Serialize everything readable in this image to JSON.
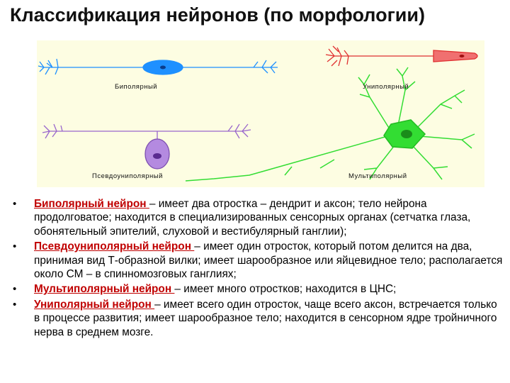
{
  "title": "Классификация нейронов (по морфологии)",
  "figure": {
    "labels": {
      "bipolar": "Биполярный",
      "unipolar": "Униполярный",
      "pseudounipolar": "Псевдоуниполярный",
      "multipolar": "Мультиполярный"
    },
    "colors": {
      "bipolar": "#1e90ff",
      "unipolar": "#e03030",
      "pseudounipolar": "#9966cc",
      "multipolar": "#33dd33",
      "background": "#fdfde2"
    }
  },
  "bullets": [
    {
      "term": "Биполярный  нейрон ",
      "text": "– имеет два отростка – дендрит и аксон; тело нейрона продолговатое; находится  в специализированных сенсорных органах (сетчатка глаза, обонятельный эпителий, слуховой и вестибулярный ганглии);"
    },
    {
      "term": "Псевдоуниполярный  нейрон ",
      "text": "– имеет один отросток, который потом делится на два, принимая вид Т-образной вилки; имеет шарообразное или яйцевидное тело; располагается около СМ – в спинномозговых ганглиях;"
    },
    {
      "term": "Мультиполярный нейрон ",
      "text": "– имеет много отростков; находится в ЦНС;"
    },
    {
      "term": "Униполярный  нейрон ",
      "text": "– имеет всего один отросток, чаще всего аксон, встречается только в процессе развития; имеет шарообразное тело; находится в сенсорном ядре тройничного нерва  в среднем мозге."
    }
  ],
  "bullet_symbol": "•"
}
